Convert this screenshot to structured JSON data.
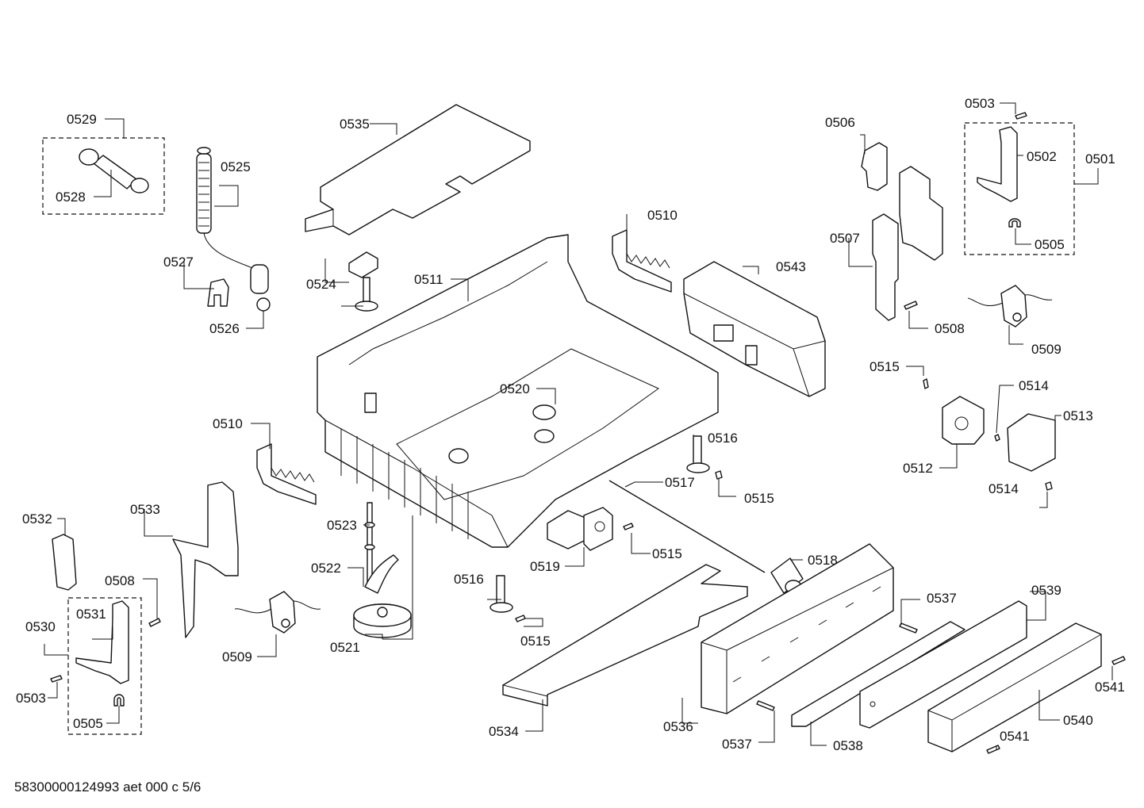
{
  "document_code": "58300000124993 aet 000 c 5/6",
  "labels": {
    "l0501": "0501",
    "l0502": "0502",
    "l0503a": "0503",
    "l0503b": "0503",
    "l0505a": "0505",
    "l0505b": "0505",
    "l0506": "0506",
    "l0507": "0507",
    "l0508a": "0508",
    "l0508b": "0508",
    "l0509a": "0509",
    "l0509b": "0509",
    "l0510a": "0510",
    "l0510b": "0510",
    "l0511": "0511",
    "l0512": "0512",
    "l0513": "0513",
    "l0514a": "0514",
    "l0514b": "0514",
    "l0515a": "0515",
    "l0515b": "0515",
    "l0515c": "0515",
    "l0515d": "0515",
    "l0516a": "0516",
    "l0516b": "0516",
    "l0517": "0517",
    "l0518": "0518",
    "l0519": "0519",
    "l0520": "0520",
    "l0521": "0521",
    "l0522": "0522",
    "l0523": "0523",
    "l0524": "0524",
    "l0525": "0525",
    "l0526": "0526",
    "l0527": "0527",
    "l0528": "0528",
    "l0529": "0529",
    "l0530": "0530",
    "l0531": "0531",
    "l0532": "0532",
    "l0533": "0533",
    "l0534": "0534",
    "l0535": "0535",
    "l0536": "0536",
    "l0537a": "0537",
    "l0537b": "0537",
    "l0538": "0538",
    "l0539": "0539",
    "l0540": "0540",
    "l0541a": "0541",
    "l0541b": "0541",
    "l0543": "0543"
  }
}
